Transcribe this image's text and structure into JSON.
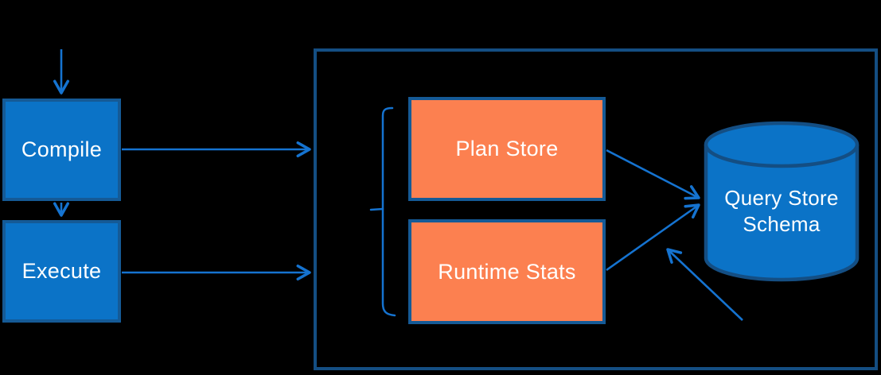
{
  "diagram": {
    "nodes": {
      "compile": {
        "label": "Compile"
      },
      "execute": {
        "label": "Execute"
      },
      "plan_store": {
        "label": "Plan Store"
      },
      "runtime_stats": {
        "label": "Runtime Stats"
      },
      "query_store_schema": {
        "label": "Query Store Schema",
        "label_lines": [
          "Query Store",
          "Schema"
        ]
      }
    },
    "edges": [
      {
        "from": "input",
        "to": "Compile"
      },
      {
        "from": "Compile",
        "to": "Execute"
      },
      {
        "from": "Compile",
        "to": "Query Store container"
      },
      {
        "from": "Execute",
        "to": "Query Store container"
      },
      {
        "from": "Plan Store",
        "to": "Query Store Schema"
      },
      {
        "from": "Runtime Stats",
        "to": "Query Store Schema"
      },
      {
        "from": "bottom-right annotation",
        "to": "Runtime Stats to Query Store Schema arrow"
      }
    ],
    "colors": {
      "background": "#000000",
      "node_fill_blue": "#0b73c7",
      "node_fill_orange": "#fc8050",
      "node_border": "#155a96",
      "container_border": "#144e83",
      "arrow": "#1573d0",
      "text": "#ffffff"
    }
  }
}
